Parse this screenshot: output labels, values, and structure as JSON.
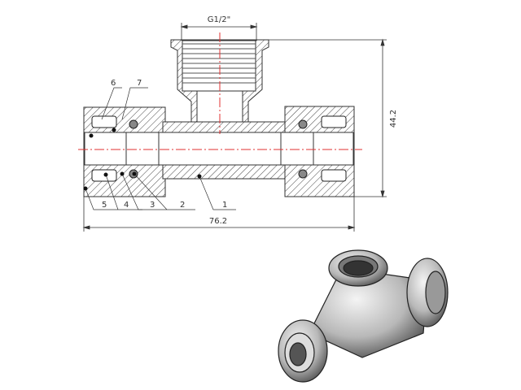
{
  "drawing": {
    "thread_label": "G1/2\"",
    "height_dim": "44.2",
    "width_dim": "76.2",
    "callouts": [
      "1",
      "2",
      "3",
      "4",
      "5",
      "6",
      "7"
    ],
    "centerline_color": "#e03030",
    "line_color": "#333333"
  },
  "photo": {
    "icon": "tee-fitting-3d-render"
  }
}
